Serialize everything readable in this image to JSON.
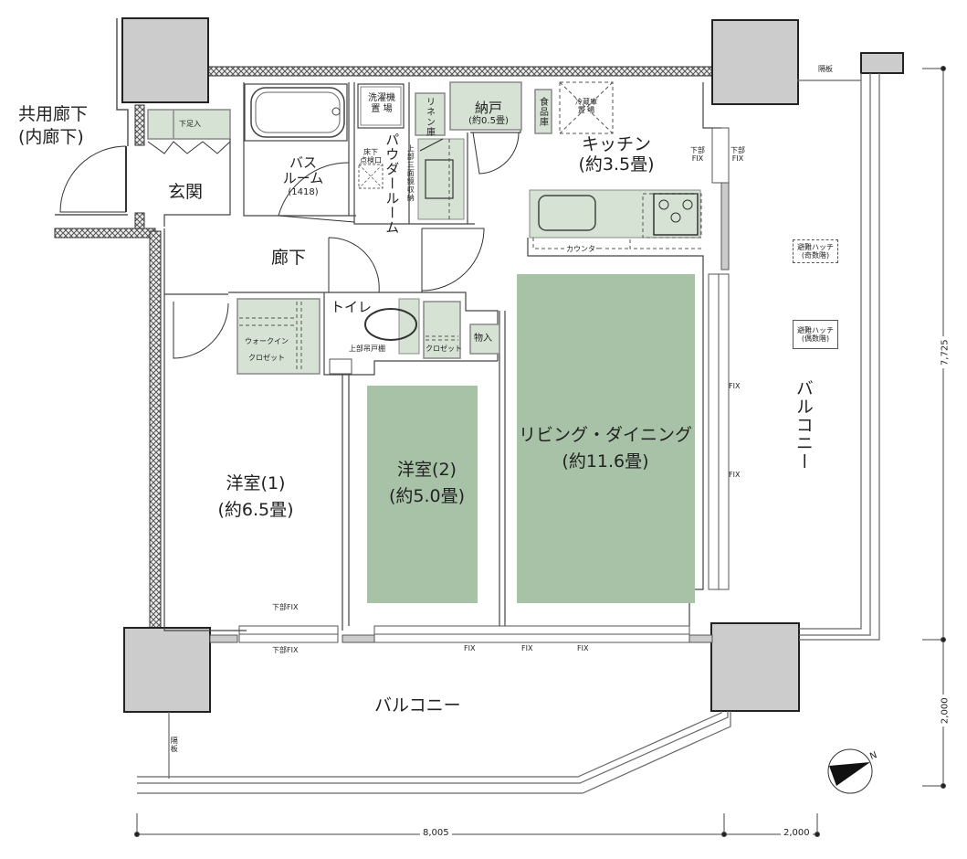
{
  "plan": {
    "type": "apartment-floor-plan",
    "colors": {
      "floor_green": "#a8c2a8",
      "fixture_green": "#d6e3d4",
      "column_gray": "#cccccc",
      "wall_line": "#333333"
    },
    "corridor": {
      "line1": "共用廊下",
      "line2": "(内廊下)"
    },
    "rooms": {
      "entrance": "玄関",
      "shoe_storage": "下足入",
      "bathroom": {
        "name_line1": "バス",
        "name_line2": "ルーム",
        "size": "(1418)"
      },
      "inspection_hatch": {
        "line1": "床下",
        "line2": "点検口"
      },
      "washer": {
        "line1": "洗濯機",
        "line2": "置 場"
      },
      "powder_room": "パウダールーム",
      "mirror_storage": "上部三面鏡収納",
      "linen": "リネン庫",
      "closet_storage": {
        "name": "納戸",
        "size": "(約0.5畳)"
      },
      "pantry": "食品庫",
      "fridge": {
        "line1": "冷蔵庫",
        "line2": "置 場"
      },
      "kitchen": {
        "name": "キッチン",
        "size": "(約3.5畳)"
      },
      "counter": "カウンター",
      "hallway": "廊下",
      "toilet": "トイレ",
      "toilet_shelf": "上部吊戸棚",
      "walk_in": {
        "line1": "ウォークイン",
        "line2": "クロゼット"
      },
      "closet": "クロゼット",
      "storage": "物入",
      "western1": {
        "name": "洋室(1)",
        "size": "(約6.5畳)"
      },
      "western2": {
        "name": "洋室(2)",
        "size": "(約5.0畳)"
      },
      "living": {
        "name": "リビング・ダイニング",
        "size": "(約11.6畳)"
      },
      "balcony_south": "バルコニー",
      "balcony_east": "バルコニー"
    },
    "hatches": {
      "odd": {
        "line1": "避難ハッチ",
        "line2": "(奇数階)"
      },
      "even": {
        "line1": "避難ハッチ",
        "line2": "(偶数階)"
      }
    },
    "partition": "隔板",
    "window_labels": {
      "lower_fix": "下部FIX",
      "fix": "FIX",
      "lower": "下部"
    },
    "dimensions": {
      "width_main": "8,005",
      "width_balcony": "2,000",
      "depth_main": "7,725",
      "depth_balcony": "2,000"
    },
    "compass": {
      "label": "N"
    }
  }
}
